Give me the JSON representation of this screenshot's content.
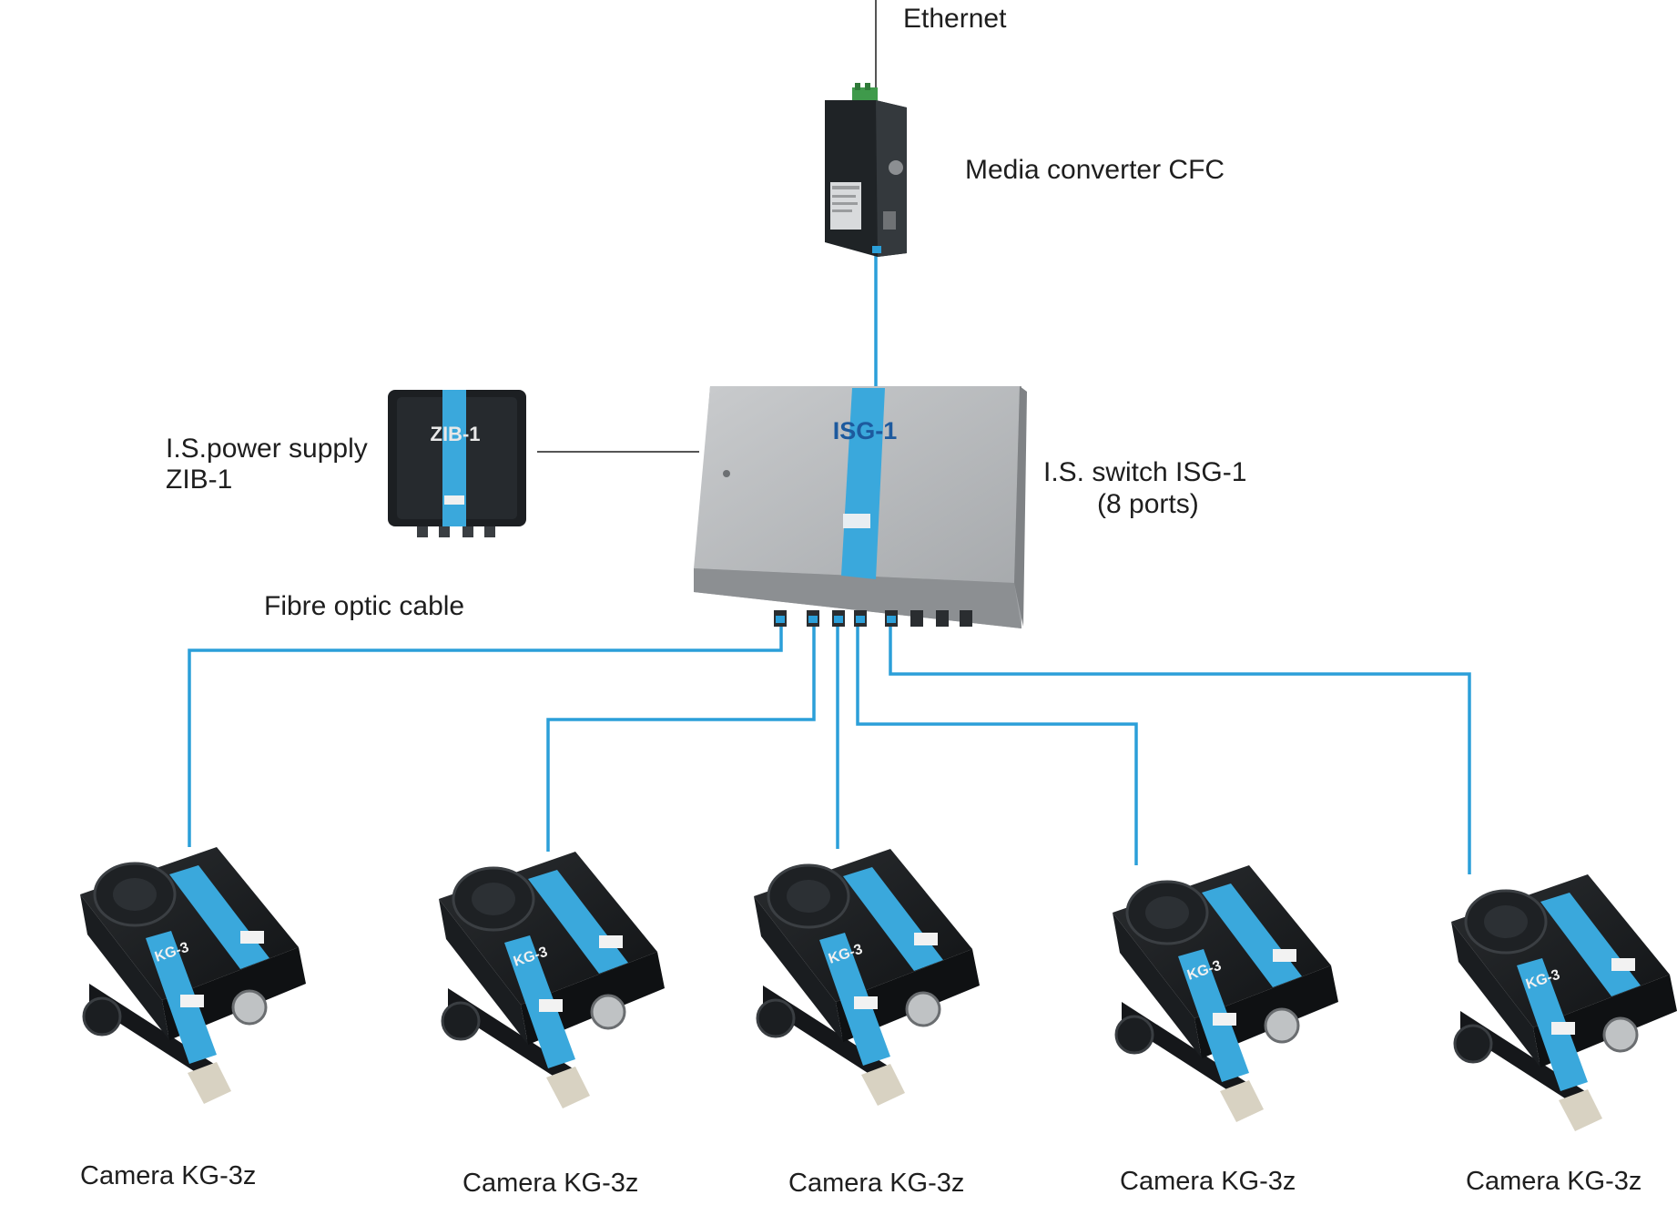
{
  "labels": {
    "ethernet": "Ethernet",
    "media_converter": "Media converter CFC",
    "power_supply_line1": "I.S.power supply",
    "power_supply_line2": "ZIB-1",
    "switch_line1": "I.S. switch ISG-1",
    "switch_line2": "(8 ports)",
    "fibre_cable": "Fibre optic cable"
  },
  "devices": {
    "switch_marking": "ISG-1",
    "power_supply_marking": "ZIB-1",
    "camera_marking": "KG-3"
  },
  "cameras": [
    {
      "label": "Camera KG-3z"
    },
    {
      "label": "Camera KG-3z"
    },
    {
      "label": "Camera KG-3z"
    },
    {
      "label": "Camera KG-3z"
    },
    {
      "label": "Camera KG-3z"
    }
  ],
  "colors": {
    "fibre": "#2b9fd9",
    "stripe": "#3aa8dc",
    "device_dark": "#1c1f22",
    "switch_body": "#b4b7ba",
    "wire": "#555555"
  }
}
